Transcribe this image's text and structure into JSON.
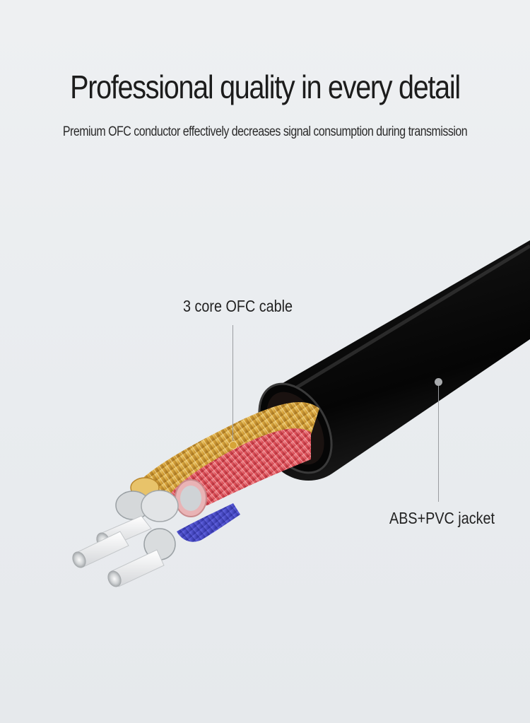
{
  "header": {
    "title": "Professional quality in every detail",
    "subtitle": "Premium OFC conductor effectively decreases signal consumption during transmission"
  },
  "callouts": {
    "core_label": "3 core OFC cable",
    "jacket_label": "ABS+PVC jacket"
  },
  "colors": {
    "background": "#eceef1",
    "jacket": "#0d0d0d",
    "gold_strands": "#d9a53c",
    "red_strands": "#e0535c",
    "blue_strands": "#3c3fc4",
    "silver_wire": "#d8dadc",
    "insulation": "#f2f2f2"
  }
}
